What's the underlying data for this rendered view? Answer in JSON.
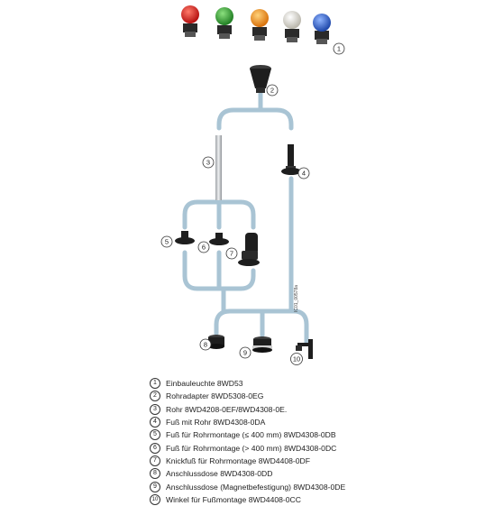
{
  "colors": {
    "pipe": "#a9c4d4",
    "lamp_red": "#d81d1d",
    "lamp_green": "#2ea22e",
    "lamp_orange": "#f28a12",
    "lamp_clear": "#d8d6cc",
    "lamp_blue": "#2f62c8",
    "part_dark": "#1e1e1e",
    "tube_grey": "#c7c9cb"
  },
  "diagram": {
    "code": "IC01_00578a",
    "callouts": [
      "1",
      "2",
      "3",
      "4",
      "5",
      "6",
      "7",
      "8",
      "9",
      "10"
    ]
  },
  "legend": [
    {
      "num": "1",
      "text": "Einbauleuchte 8WD53"
    },
    {
      "num": "2",
      "text": "Rohradapter 8WD5308-0EG"
    },
    {
      "num": "3",
      "text": "Rohr 8WD4208-0EF/8WD4308-0E."
    },
    {
      "num": "4",
      "text": "Fuß mit Rohr 8WD4308-0DA"
    },
    {
      "num": "5",
      "text": "Fuß für Rohrmontage (≤ 400 mm) 8WD4308-0DB"
    },
    {
      "num": "6",
      "text": "Fuß für Rohrmontage (> 400 mm) 8WD4308-0DC"
    },
    {
      "num": "7",
      "text": "Knickfuß für Rohrmontage 8WD4408-0DF"
    },
    {
      "num": "8",
      "text": "Anschlussdose 8WD4308-0DD"
    },
    {
      "num": "9",
      "text": "Anschlussdose (Magnetbefestigung) 8WD4308-0DE"
    },
    {
      "num": "10",
      "text": "Winkel für Fußmontage 8WD4408-0CC"
    }
  ]
}
